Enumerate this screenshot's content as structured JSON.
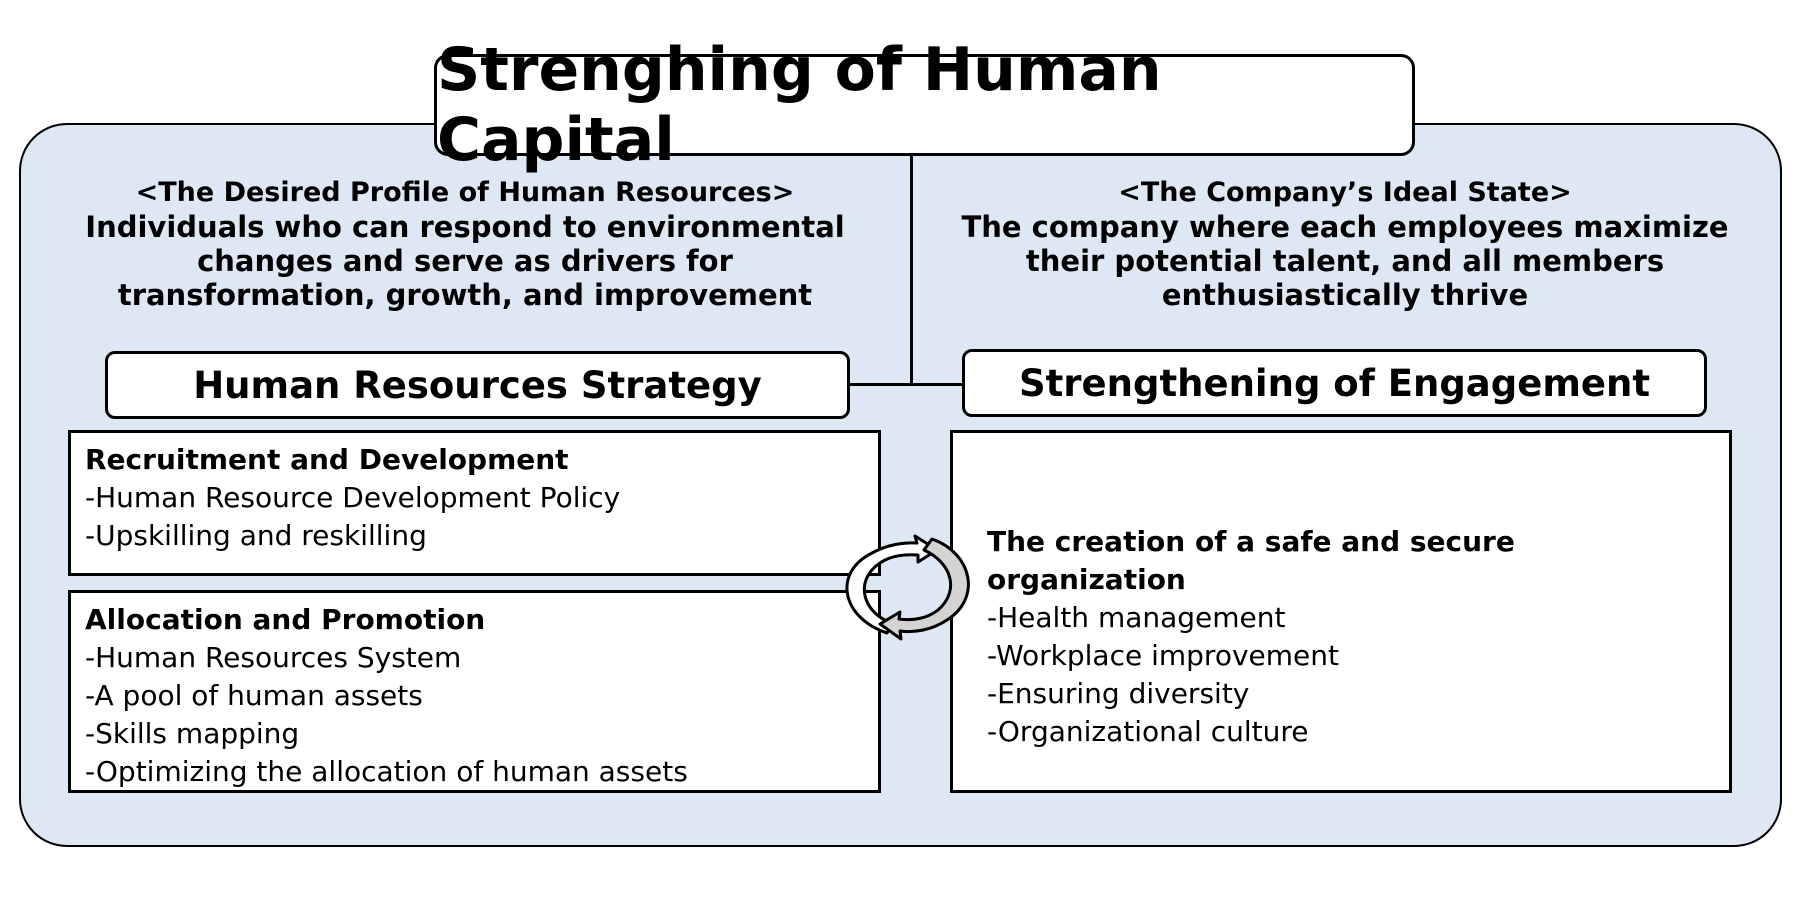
{
  "title": "Strenghing of Human Capital",
  "left_profile": {
    "heading": "<The Desired Profile of Human Resources>",
    "lines": [
      "Individuals who can respond to environmental",
      "changes and serve as drivers for",
      "transformation, growth, and improvement"
    ]
  },
  "right_profile": {
    "heading": "<The Company’s Ideal State>",
    "lines": [
      "The company where each employees maximize",
      "their potential talent, and all members",
      "enthusiastically thrive"
    ]
  },
  "hr_strategy": {
    "label": "Human Resources Strategy",
    "recruitment": {
      "heading": "Recruitment and Development",
      "items": [
        "-Human Resource Development Policy",
        "-Upskilling and reskilling"
      ]
    },
    "allocation": {
      "heading": "Allocation and Promotion",
      "items": [
        "-Human Resources System",
        "-A pool of human assets",
        "-Skills mapping",
        "-Optimizing the allocation of human assets"
      ]
    }
  },
  "engagement": {
    "label": "Strengthening of Engagement",
    "heading": "The creation of a safe and secure organization",
    "items": [
      "-Health management",
      "-Workplace improvement",
      "-Ensuring diversity",
      "-Organizational culture"
    ]
  },
  "icons": {
    "cycle": "circular-arrows-icon"
  },
  "colors": {
    "panel_bg": "#dde8f4",
    "arrow_fill": "#d3d3d3"
  }
}
